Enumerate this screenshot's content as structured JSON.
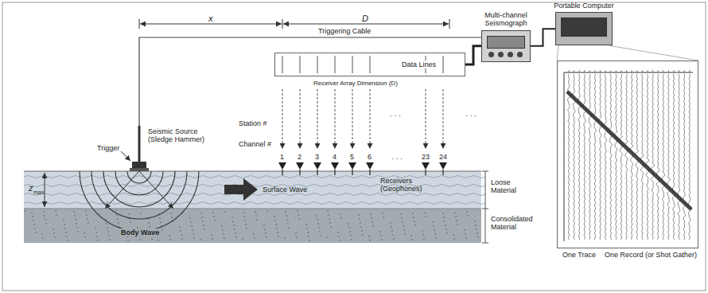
{
  "diagram": {
    "nodes": [
      {
        "text": [
          "Data Lines"
        ]
      },
      {
        "text": [
          "Multi-channel Seismograph"
        ]
      },
      {
        "text": [
          "Portable Computer"
        ]
      },
      {
        "text": [
          "One Trace",
          "One Record (or Shot Gather)"
        ]
      }
    ],
    "edges": [
      {
        "from": 0,
        "to": 1,
        "arrow": "none"
      },
      {
        "from": 1,
        "to": 2,
        "arrow": "none"
      }
    ],
    "labels": [
      "x",
      "D",
      "Triggering Cable",
      "Receiver Array Dimension (D)",
      "Station #",
      "Channel #",
      "1",
      "2",
      "3",
      "4",
      "5",
      "6",
      "23",
      "24",
      "Seismic Source (Sledge Hammer)",
      "Trigger",
      "Surface Wave",
      "Body Wave",
      "Receivers (Geophones)",
      "Loose Material",
      "Consolidated Material",
      "z",
      "max",
      "· · ·",
      "· · ·",
      "· · ·"
    ]
  }
}
